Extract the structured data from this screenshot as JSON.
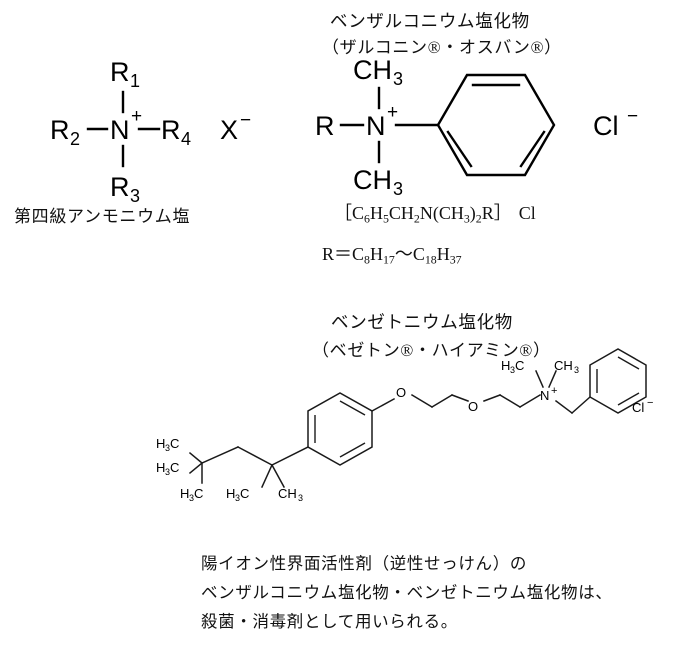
{
  "document": {
    "background_color": "#ffffff",
    "ink_color": "#000000"
  },
  "structure_quaternary_ammonium": {
    "caption": "第四級アンモニウム塩",
    "atoms": {
      "center": "N",
      "charge": "+",
      "r1": "R",
      "r1_sub": "1",
      "r2": "R",
      "r2_sub": "2",
      "r3": "R",
      "r3_sub": "3",
      "r4": "R",
      "r4_sub": "4",
      "counter_ion": "X",
      "counter_ion_charge": "−"
    }
  },
  "structure_benzalkonium": {
    "title": "ベンザルコニウム塩化物",
    "subtitle": "（ザルコニン®・オスバン®）",
    "atoms": {
      "r_group": "R",
      "center": "N",
      "charge": "+",
      "methyl_top": "CH",
      "methyl_top_sub": "3",
      "methyl_bottom": "CH",
      "methyl_bottom_sub": "3",
      "counter_ion": "Cl",
      "counter_ion_charge": "−"
    },
    "formula_line": "［C6H5CH2N(CH3)2R］ Cl",
    "formula_html_parts": {
      "bracket_open": "［",
      "c1": "C",
      "c1_sub": "6",
      "h1": "H",
      "h1_sub": "5",
      "c2": "C",
      "c2_sub": "",
      "h2": "H",
      "h2_sub": "2",
      "n": "N",
      "paren_open": "(",
      "c3": "C",
      "h3": "H",
      "h3_sub": "3",
      "paren_close": ")",
      "paren_sub": "2",
      "r": "R",
      "bracket_close": "］",
      "cl": "Cl"
    },
    "r_definition": "R＝C8H17〜C18H37",
    "r_definition_parts": {
      "lead": "R＝",
      "a": "C",
      "a_sub": "8",
      "b": "H",
      "b_sub": "17",
      "tilde": "〜",
      "c": "C",
      "c_sub": "18",
      "d": "H",
      "d_sub": "37"
    }
  },
  "structure_benzethonium": {
    "title": "ベンゼトニウム塩化物",
    "subtitle": "（ベゼトン®・ハイアミン®）",
    "atoms": {
      "methyl_left": "H",
      "methyl_left_sub": "3",
      "methyl_left_c": "C",
      "methyl_right": "CH",
      "methyl_right_sub": "3",
      "center": "N",
      "charge": "+",
      "ether_o1": "O",
      "ether_o2": "O",
      "counter_ion": "Cl",
      "counter_ion_charge": "−",
      "tbutyl_m1_h": "H",
      "tbutyl_m1_sub": "3",
      "tbutyl_m1_c": "C",
      "tbutyl_m2_h": "H",
      "tbutyl_m2_sub": "3",
      "tbutyl_m2_c": "C",
      "tbutyl_m3_h": "H",
      "tbutyl_m3_sub": "3",
      "tbutyl_m3_c": "C",
      "quat_m1_h": "H",
      "quat_m1_sub": "3",
      "quat_m1_c": "C",
      "quat_m2": "CH",
      "quat_m2_sub": "3"
    }
  },
  "caption": {
    "line1": "陽イオン性界面活性剤（逆性せっけん）の",
    "line2": "ベンザルコニウム塩化物・ベンゼトニウム塩化物は、",
    "line3": "殺菌・消毒剤として用いられる。"
  }
}
